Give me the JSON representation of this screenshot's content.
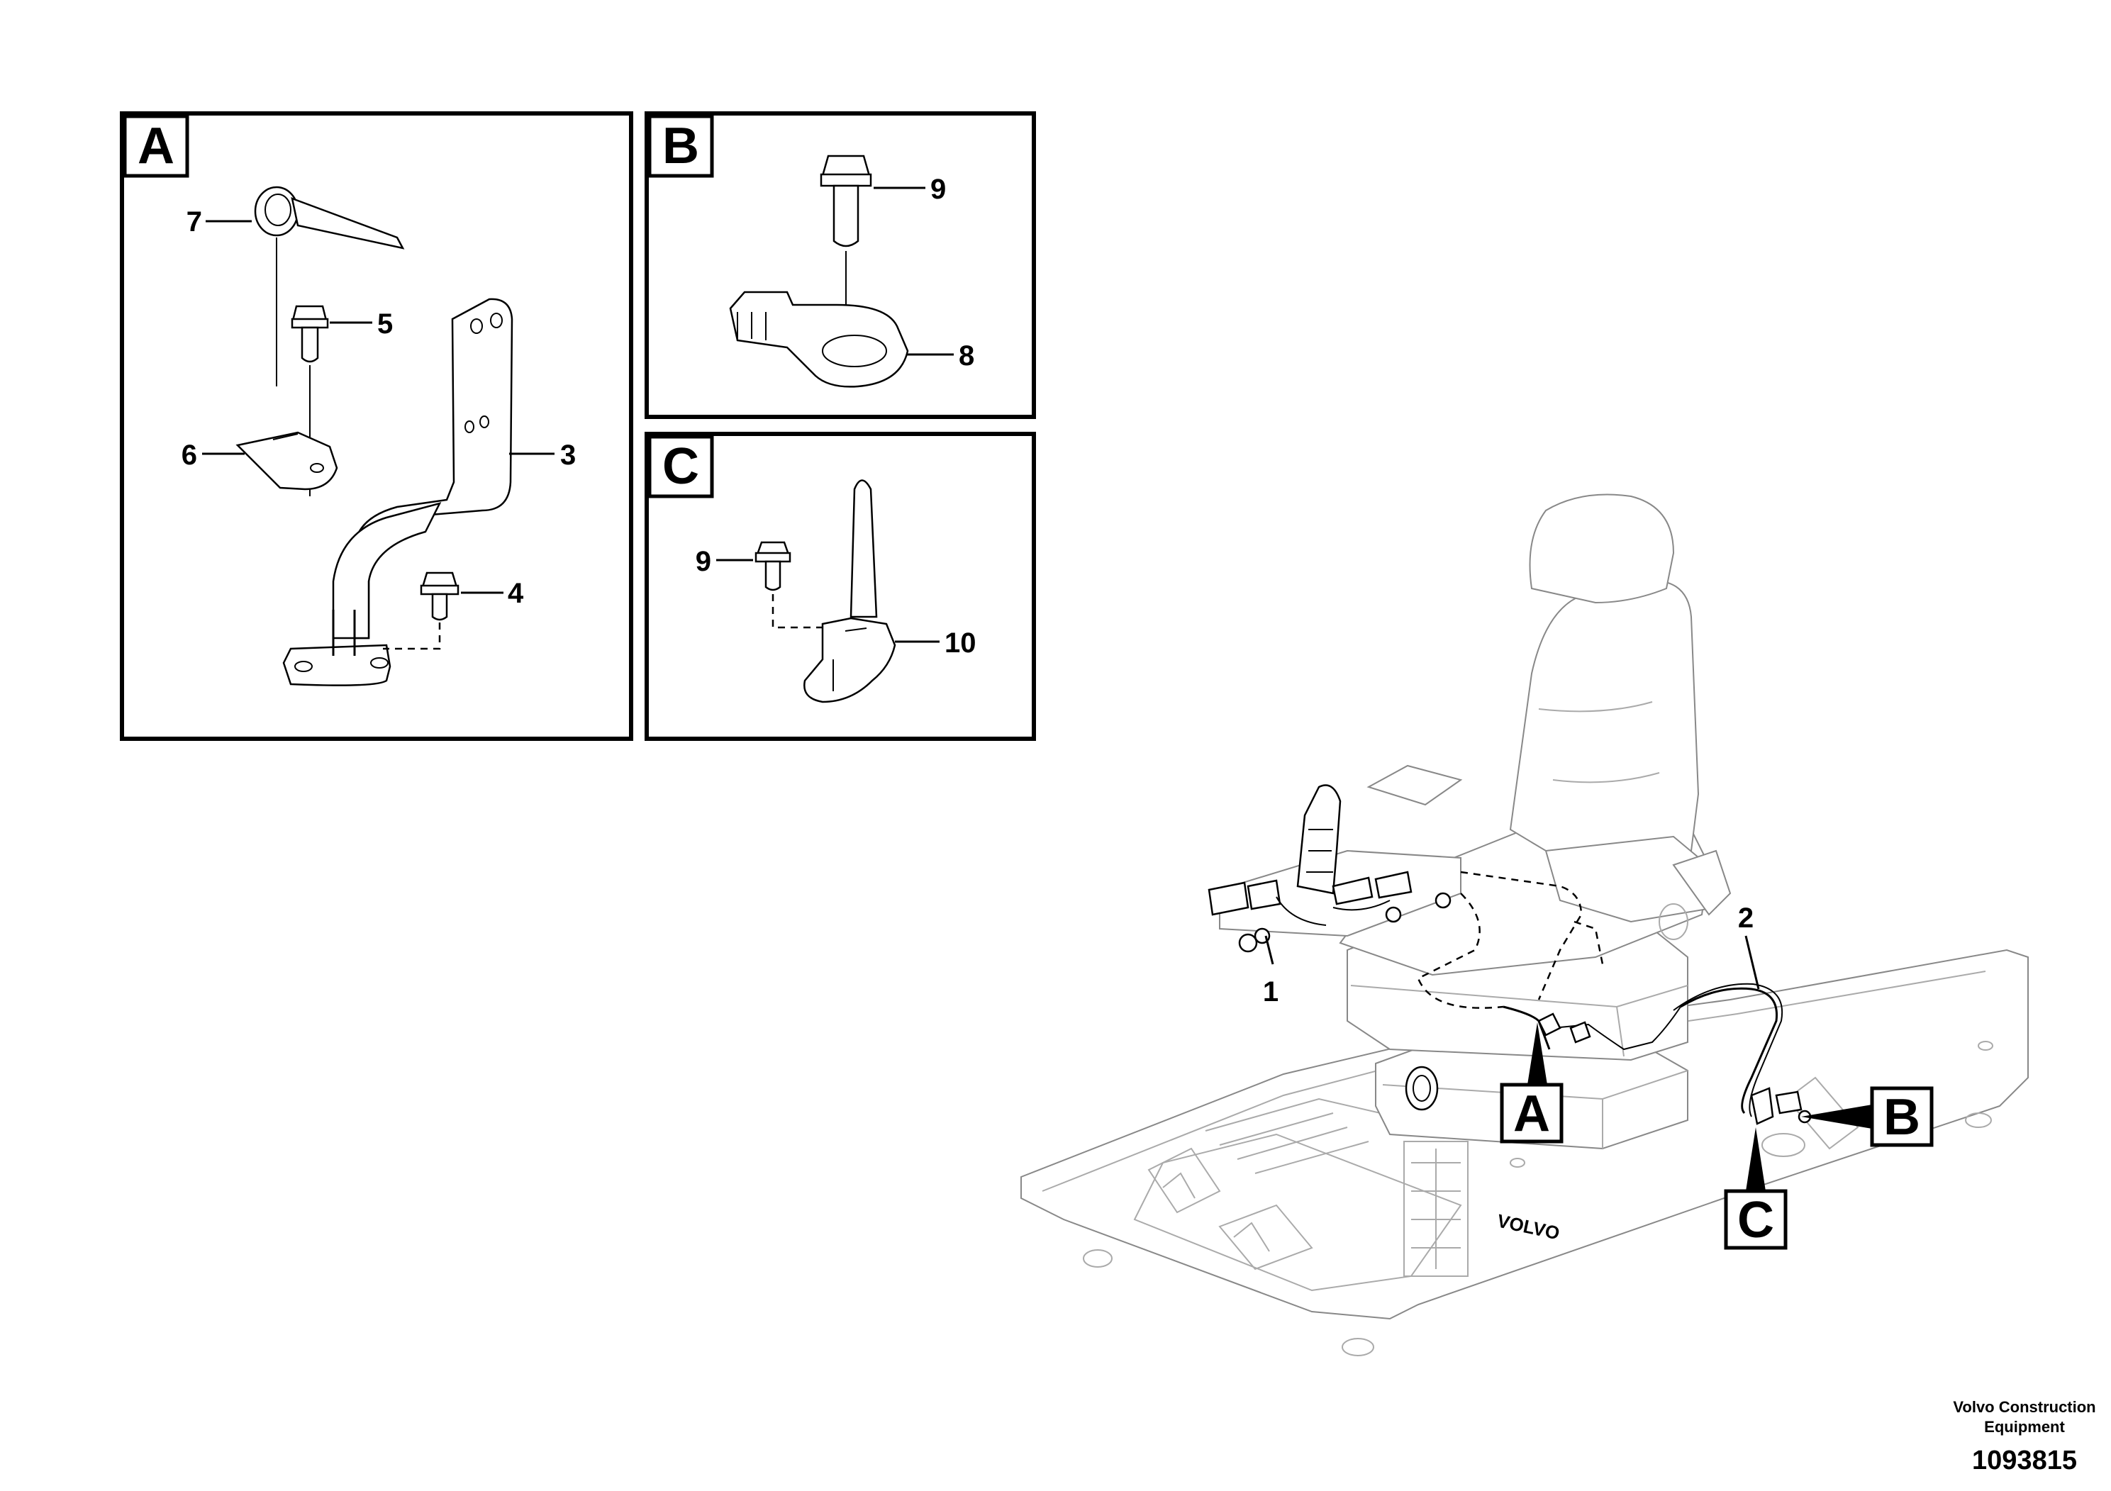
{
  "panels": {
    "a": {
      "letter": "A",
      "callouts": [
        "7",
        "5",
        "6",
        "3",
        "4"
      ]
    },
    "b": {
      "letter": "B",
      "callouts": [
        "9",
        "8"
      ]
    },
    "c": {
      "letter": "C",
      "callouts": [
        "9",
        "10"
      ]
    }
  },
  "main_view": {
    "callouts": [
      "1",
      "2"
    ],
    "detail_refs": [
      "A",
      "B",
      "C"
    ],
    "brand_mark": "VOLVO"
  },
  "footer": {
    "company_line1": "Volvo Construction",
    "company_line2": "Equipment",
    "drawing_number": "1093815"
  }
}
